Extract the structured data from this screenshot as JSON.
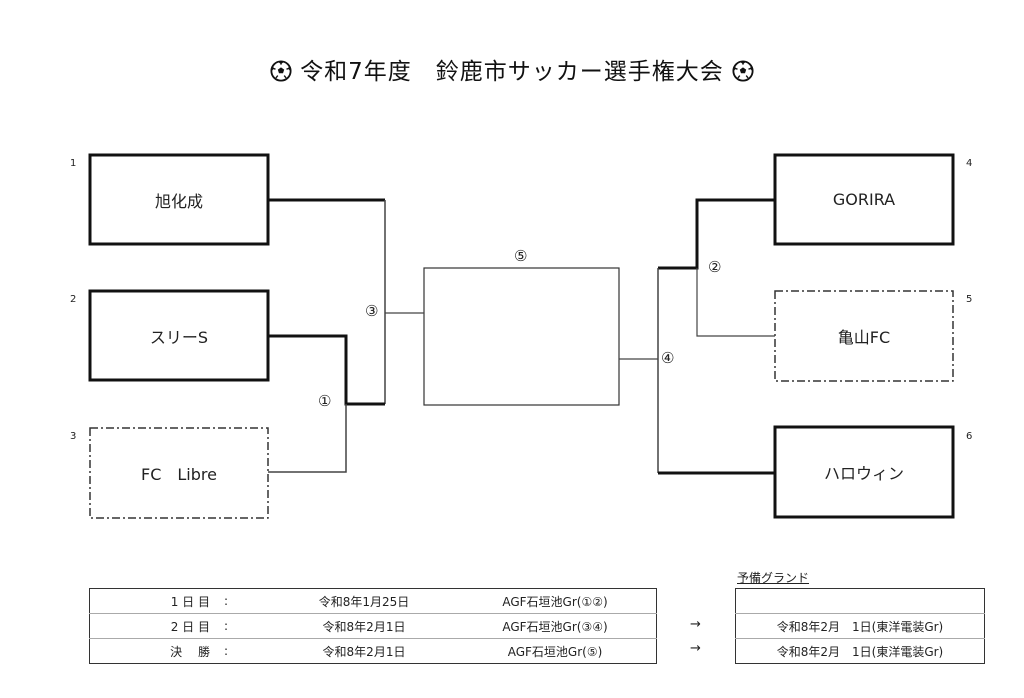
{
  "title": {
    "text": "令和7年度　鈴鹿市サッカー選手権大会",
    "icon_left": "soccer-ball-icon",
    "icon_right": "soccer-ball-icon"
  },
  "teams": [
    {
      "seed": "1",
      "name": "旭化成",
      "style": "solid-bold"
    },
    {
      "seed": "2",
      "name": "スリーS",
      "style": "solid-bold"
    },
    {
      "seed": "3",
      "name": "FC　Libre",
      "style": "dashed"
    },
    {
      "seed": "4",
      "name": "GORIRA",
      "style": "solid-bold"
    },
    {
      "seed": "5",
      "name": "亀山FC",
      "style": "dashed"
    },
    {
      "seed": "6",
      "name": "ハロウィン",
      "style": "solid-bold"
    }
  ],
  "matches": {
    "m1": "①",
    "m2": "②",
    "m3": "③",
    "m4": "④",
    "m5": "⑤"
  },
  "final_box": {
    "winner": ""
  },
  "schedule": {
    "rows": [
      {
        "label": "1 日 目",
        "colon": ":",
        "date": "令和8年1月25日",
        "venue": "AGF石垣池Gr(①②)"
      },
      {
        "label": "2 日 目",
        "colon": ":",
        "date": "令和8年2月1日",
        "venue": "AGF石垣池Gr(③④)"
      },
      {
        "label": "決　 勝",
        "colon": ":",
        "date": "令和8年2月1日",
        "venue": "AGF石垣池Gr(⑤)"
      }
    ]
  },
  "arrows": [
    "→",
    "→"
  ],
  "reserve": {
    "label": "予備グランド",
    "rows": [
      "",
      "令和8年2月　1日(東洋電装Gr)",
      "令和8年2月　1日(東洋電装Gr)"
    ]
  }
}
